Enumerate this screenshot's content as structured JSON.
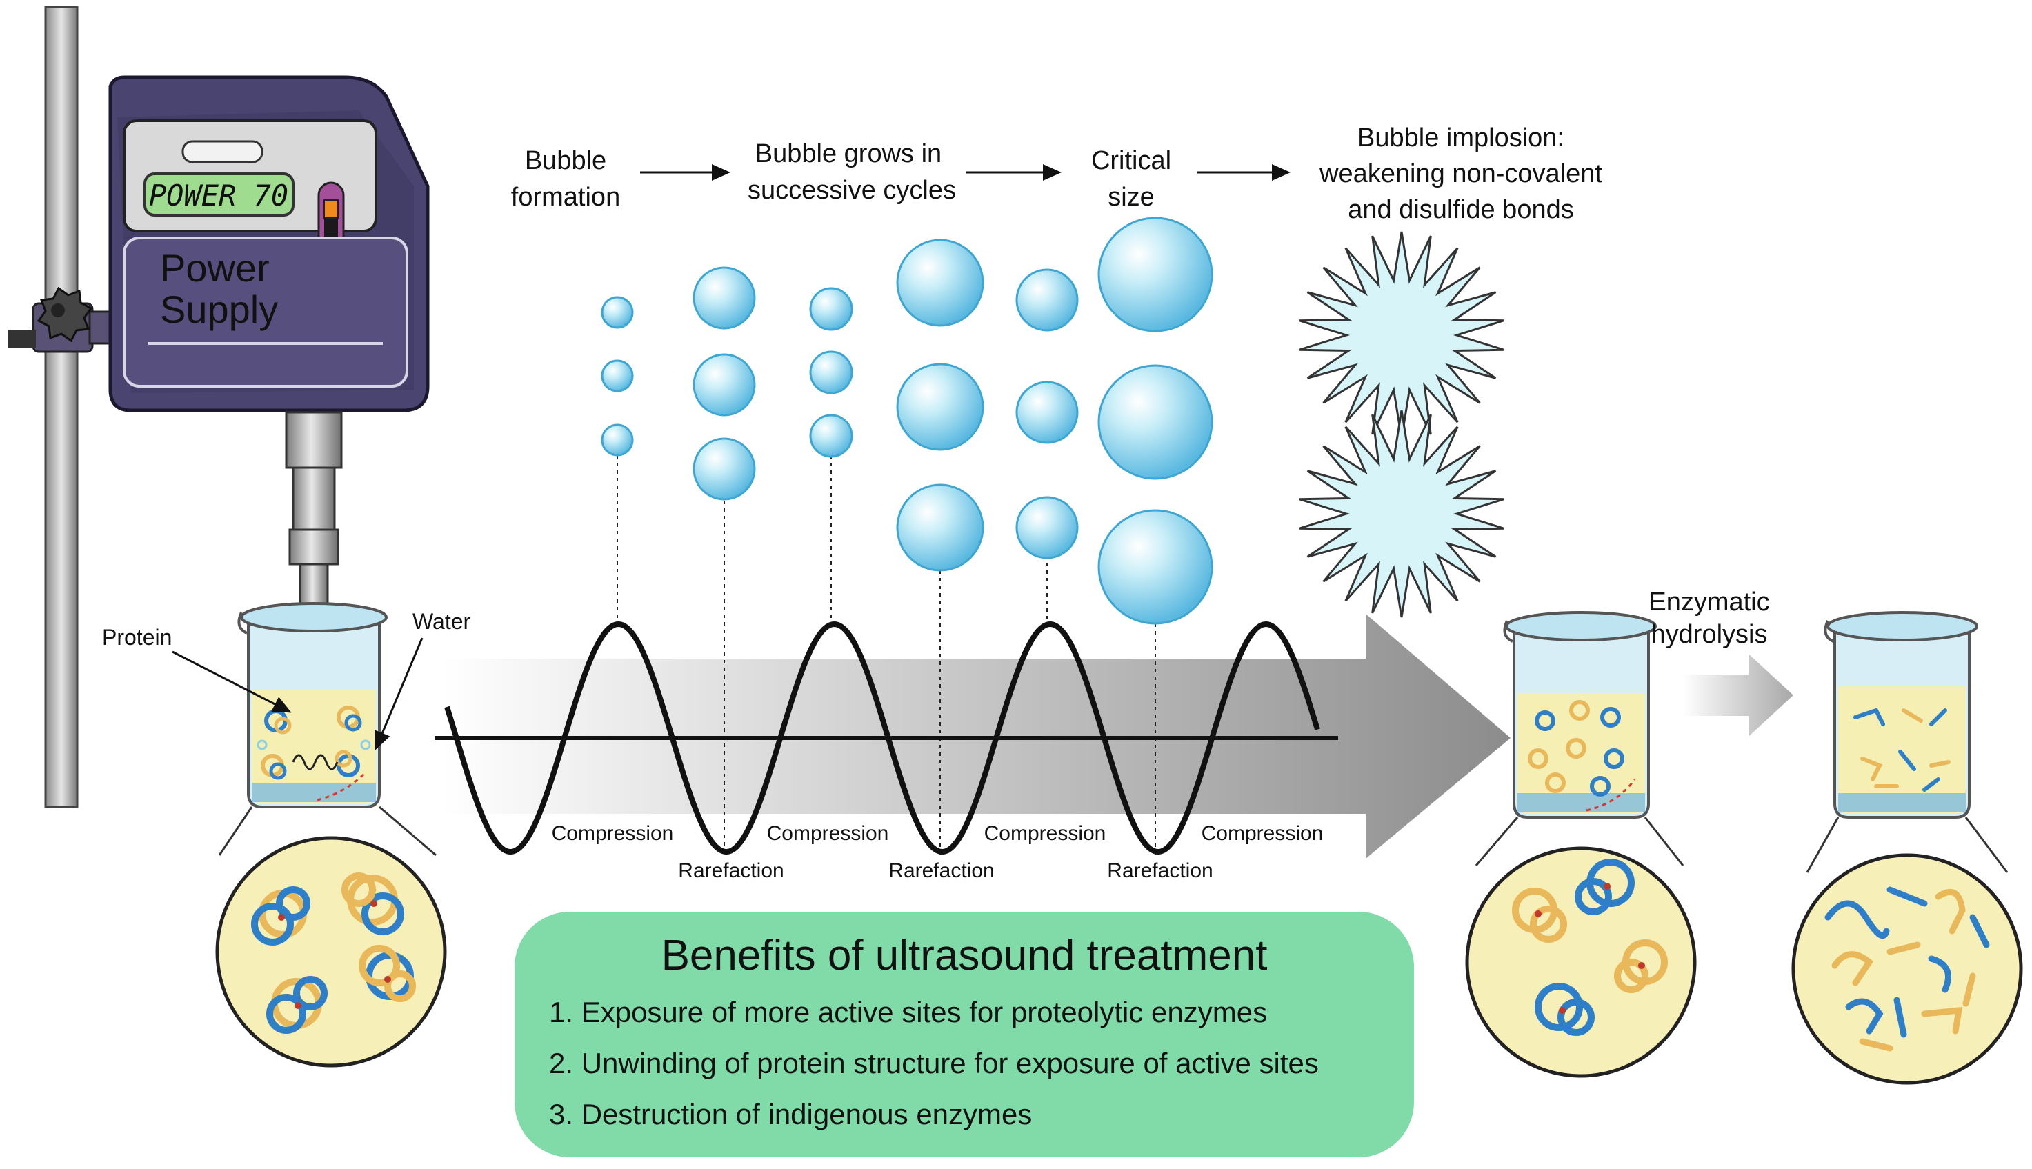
{
  "device": {
    "display_text": "POWER 70",
    "panel_label_line1": "Power",
    "panel_label_line2": "Supply"
  },
  "beaker_labels": {
    "protein": "Protein",
    "water": "Water"
  },
  "process_steps": [
    {
      "line1": "Bubble",
      "line2": "formation"
    },
    {
      "line1": "Bubble grows in",
      "line2": "successive cycles"
    },
    {
      "line1": "Critical",
      "line2": "size"
    },
    {
      "line1": "Bubble implosion:",
      "line2": "weakening non-covalent",
      "line3": "and disulfide bonds"
    }
  ],
  "wave_labels": {
    "compression": "Compression",
    "rarefaction": "Rarefaction"
  },
  "enzymatic": {
    "line1": "Enzymatic",
    "line2": "hydrolysis"
  },
  "benefits": {
    "title": "Benefits of ultrasound treatment",
    "items": [
      "1. Exposure of more active sites for proteolytic enzymes",
      "2. Unwinding of protein structure for exposure of active sites",
      "3. Destruction of indigenous enzymes"
    ]
  },
  "colors": {
    "device_body": "#4a4570",
    "device_screen": "#9fdc8f",
    "bubble_fill": "#9fdcef",
    "bubble_stroke": "#3fa6d2",
    "benefits_panel": "#80dba8",
    "liquid": "#f6efb4",
    "protein_blue": "#2f7fc8",
    "protein_gold": "#e8b85a"
  }
}
